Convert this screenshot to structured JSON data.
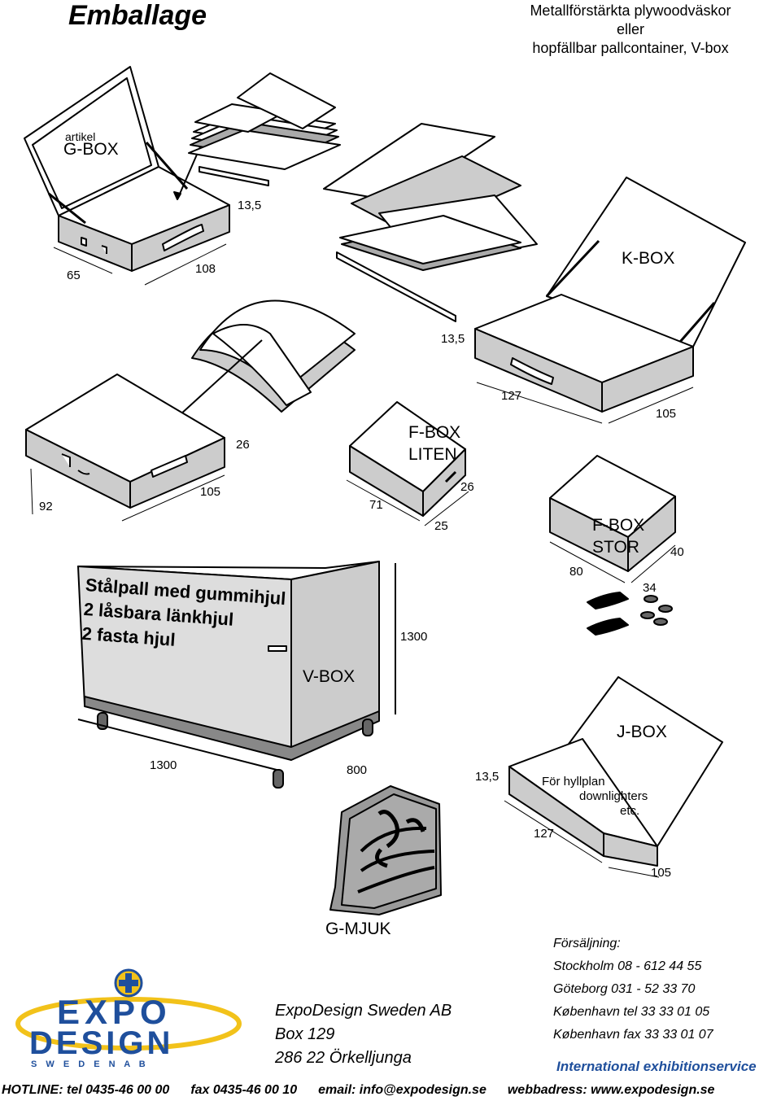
{
  "header": {
    "title": "Emballage",
    "subtitle_lines": [
      "Metallförstärkta plywoodväskor",
      "eller",
      "hopfällbar pallcontainer, V-box"
    ]
  },
  "items": {
    "gbox": {
      "artikel": "artikel",
      "name": "G-BOX",
      "dims": [
        "13,5",
        "65",
        "108"
      ]
    },
    "kbox": {
      "name": "K-BOX",
      "dims": [
        "13,5",
        "127",
        "105"
      ]
    },
    "curved": {
      "dims": [
        "26",
        "92",
        "105"
      ]
    },
    "fbox_liten": {
      "name_line1": "F-BOX",
      "name_line2": "LITEN",
      "dims": [
        "71",
        "26",
        "25"
      ]
    },
    "fbox_stor": {
      "name_line1": "F-BOX",
      "name_line2": "STOR",
      "dims": [
        "80",
        "40",
        "34"
      ]
    },
    "vbox": {
      "name": "V-BOX",
      "height": "1300",
      "dims": [
        "1300",
        "800"
      ],
      "pallet_lines": [
        "Stålpall med gummihjul",
        "2 låsbara länkhjul",
        "2 fasta hjul"
      ]
    },
    "jbox": {
      "name": "J-BOX",
      "note_lines": [
        "För hyllplan",
        "downlighters",
        "etc."
      ],
      "dims": [
        "13,5",
        "127",
        "105"
      ]
    },
    "gmjuk": {
      "name": "G-MJUK"
    }
  },
  "company": {
    "logo_top": "EXPO",
    "logo_bottom": "DESIGN",
    "logo_sub": "S W E D E N   A B",
    "name": "ExpoDesign Sweden AB",
    "box": "Box 129",
    "city": "286 22  Örkelljunga"
  },
  "sales": {
    "heading": "Försäljning:",
    "lines": [
      "Stockholm 08 - 612 44 55",
      "Göteborg 031 - 52 33 70",
      "København tel  33 33 01 05",
      "København fax 33 33 01 07"
    ],
    "international": "International exhibitionservice"
  },
  "footer": {
    "hotline": "HOTLINE: tel 0435-46 00 00",
    "fax": "fax 0435-46 00 10",
    "email": "email: info@expodesign.se",
    "web": "webbadress: www.expodesign.se"
  },
  "colors": {
    "brand_blue": "#1f4f9c",
    "accent_yellow": "#f2c21a",
    "box_gray": "#cfcfcf"
  }
}
